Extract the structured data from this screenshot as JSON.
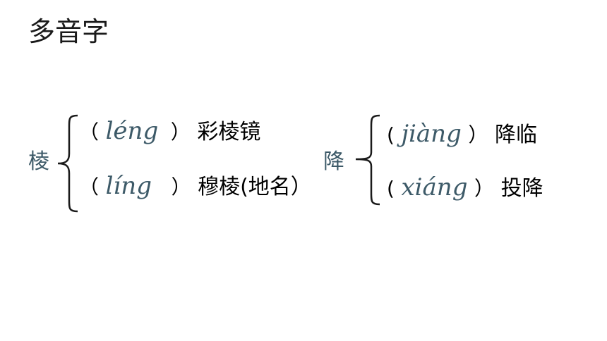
{
  "title": "多音字",
  "groups": [
    {
      "char": "棱",
      "items": [
        {
          "open": "（",
          "pinyin": "léng",
          "close": "）",
          "word": "彩棱镜"
        },
        {
          "open": "（",
          "pinyin": "líng",
          "close": "）",
          "word": "穆棱(地名）"
        }
      ]
    },
    {
      "char": "降",
      "items": [
        {
          "open": "(",
          "pinyin": "jiàng",
          "close": "）",
          "word": "降临"
        },
        {
          "open": "(",
          "pinyin": "xiáng",
          "close": "）",
          "word": "投降"
        }
      ]
    }
  ],
  "colors": {
    "accent": "#3d5a68",
    "text": "#000000"
  }
}
